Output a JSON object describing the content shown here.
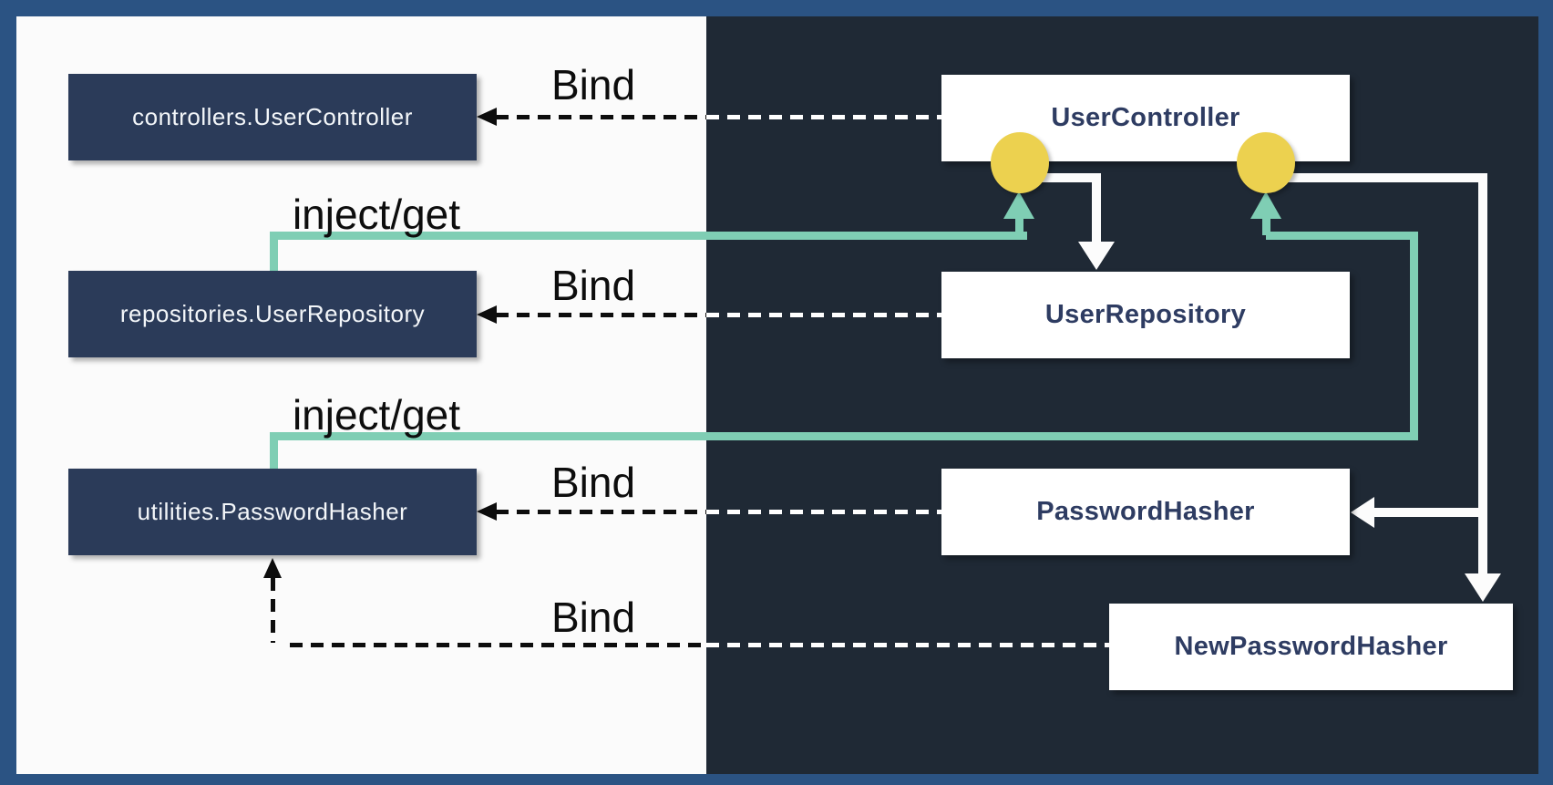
{
  "colors": {
    "frame": "#2b5383",
    "light_panel": "#fbfbfb",
    "dark_panel": "#1f2935",
    "navy_box": "#2b3b59",
    "navy_box_text": "#f3f6f9",
    "white_box": "#ffffff",
    "white_box_text": "#2e3c62",
    "teal": "#7fceb4",
    "yellow": "#ecd14f",
    "label_text": "#0d0d0d",
    "dash_dark": "#0d0d0d",
    "dash_light": "#ffffff",
    "white_line": "#fcfcfc"
  },
  "left_panel": {
    "bindings": [
      {
        "label": "controllers.UserController"
      },
      {
        "label": "repositories.UserRepository"
      },
      {
        "label": "utilities.PasswordHasher"
      }
    ]
  },
  "right_panel": {
    "classes": [
      {
        "label": "UserController"
      },
      {
        "label": "UserRepository"
      },
      {
        "label": "PasswordHasher"
      },
      {
        "label": "NewPasswordHasher"
      }
    ]
  },
  "edges": {
    "bind_labels": [
      "Bind",
      "Bind",
      "Bind",
      "Bind"
    ],
    "inject_labels": [
      "inject/get",
      "inject/get"
    ]
  }
}
